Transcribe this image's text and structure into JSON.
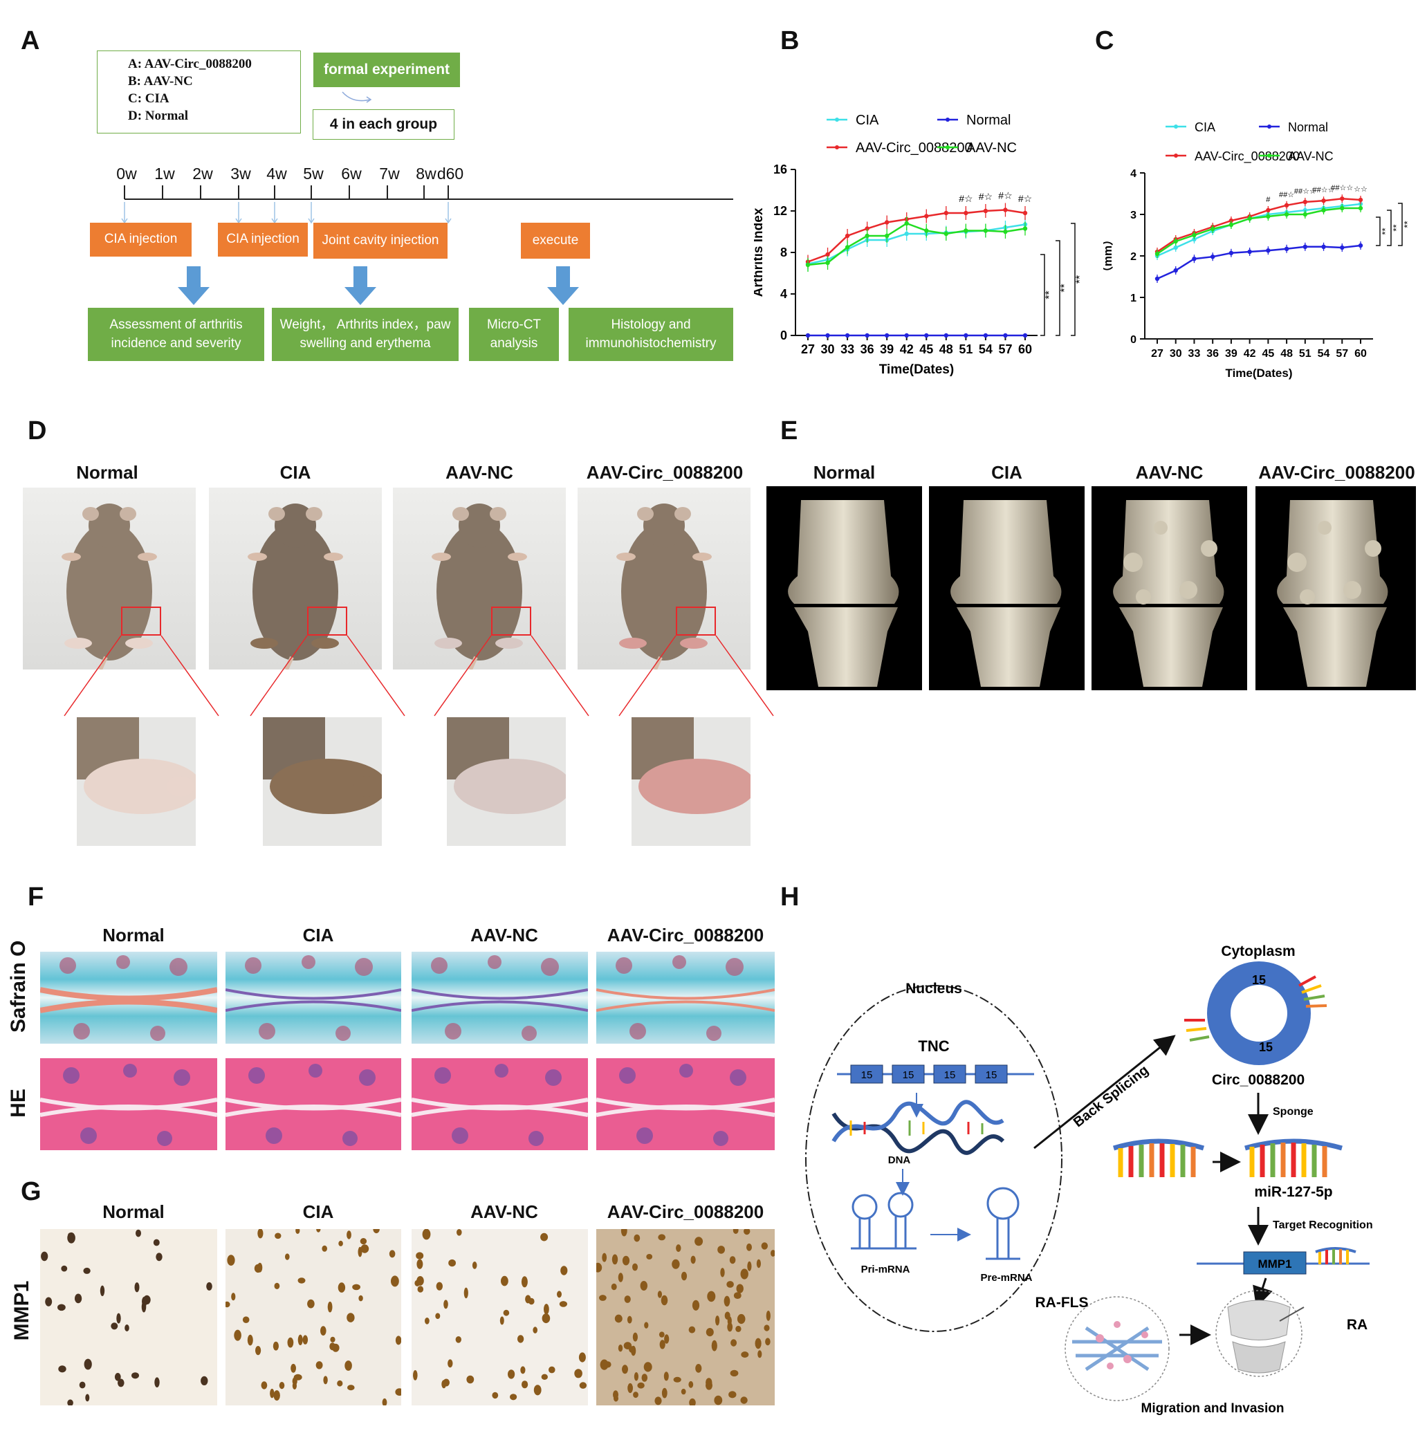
{
  "panels": {
    "a": "A",
    "b": "B",
    "c": "C",
    "d": "D",
    "e": "E",
    "f": "F",
    "g": "G",
    "h": "H"
  },
  "panel_a": {
    "groups": [
      "A: AAV-Circ_0088200",
      "B: AAV-NC",
      "C: CIA",
      "D: Normal"
    ],
    "formal": "formal experiment",
    "per_group": "4 in each group",
    "ticks": [
      "0w",
      "1w",
      "2w",
      "3w",
      "4w",
      "5w",
      "6w",
      "7w",
      "8w",
      "d60"
    ],
    "events": [
      "CIA injection",
      "CIA injection",
      "Joint cavity injection",
      "execute"
    ],
    "outcomes": [
      "Assessment of arthritis incidence and severity",
      "Weight，  Arthrits index，paw swelling and erythema",
      "Micro-CT analysis",
      "Histology and immunohistochemistry"
    ]
  },
  "chart_data": [
    {
      "type": "line",
      "ylabel": "Arthritis Index",
      "xlabel": "Time(Dates)",
      "x": [
        27,
        30,
        33,
        36,
        39,
        42,
        45,
        48,
        51,
        54,
        57,
        60
      ],
      "ylim": [
        0,
        16
      ],
      "yticks": [
        "0",
        "4",
        "8",
        "12",
        "16"
      ],
      "series": [
        {
          "name": "CIA",
          "color": "#3de0e8",
          "values": [
            6.9,
            7.3,
            8.3,
            9.2,
            9.2,
            9.8,
            9.8,
            9.9,
            10.0,
            10.1,
            10.4,
            10.7
          ]
        },
        {
          "name": "Normal",
          "color": "#2222dd",
          "values": [
            0,
            0,
            0,
            0,
            0,
            0,
            0,
            0,
            0,
            0,
            0,
            0
          ]
        },
        {
          "name": "AAV-Circ_0088200",
          "color": "#e8282b",
          "values": [
            7.1,
            7.8,
            9.6,
            10.3,
            10.9,
            11.2,
            11.5,
            11.8,
            11.8,
            12.0,
            12.1,
            11.8
          ]
        },
        {
          "name": "AAV-NC",
          "color": "#22dd22",
          "values": [
            6.8,
            7.0,
            8.5,
            9.6,
            9.6,
            10.8,
            10.1,
            9.8,
            10.1,
            10.1,
            10.0,
            10.3
          ]
        }
      ],
      "annotations": [
        "#☆",
        "#☆",
        "#☆",
        "#☆"
      ],
      "sig": [
        "**",
        "**",
        "**"
      ]
    },
    {
      "type": "line",
      "ylabel": "（mm）",
      "xlabel": "Time(Dates)",
      "x": [
        27,
        30,
        33,
        36,
        39,
        42,
        45,
        48,
        51,
        54,
        57,
        60
      ],
      "ylim": [
        0,
        4
      ],
      "yticks": [
        "0",
        "1",
        "2",
        "3",
        "4"
      ],
      "series": [
        {
          "name": "CIA",
          "color": "#3de0e8",
          "values": [
            2.0,
            2.2,
            2.4,
            2.6,
            2.75,
            2.9,
            3.0,
            3.05,
            3.1,
            3.15,
            3.2,
            3.25
          ]
        },
        {
          "name": "Normal",
          "color": "#2222dd",
          "values": [
            1.45,
            1.65,
            1.93,
            1.98,
            2.07,
            2.1,
            2.13,
            2.17,
            2.22,
            2.22,
            2.2,
            2.25
          ]
        },
        {
          "name": "AAV-Circ_0088200",
          "color": "#e8282b",
          "values": [
            2.1,
            2.4,
            2.55,
            2.7,
            2.85,
            2.95,
            3.1,
            3.22,
            3.3,
            3.33,
            3.38,
            3.35
          ]
        },
        {
          "name": "AAV-NC",
          "color": "#22dd22",
          "values": [
            2.05,
            2.35,
            2.5,
            2.65,
            2.75,
            2.9,
            2.95,
            3.0,
            3.0,
            3.1,
            3.15,
            3.15
          ]
        }
      ],
      "annotations": [
        "#",
        "##☆",
        "##☆☆",
        "##☆☆",
        "##☆☆",
        "☆☆"
      ],
      "sig": [
        "**",
        "**",
        "**"
      ]
    }
  ],
  "groups": [
    "Normal",
    "CIA",
    "AAV-NC",
    "AAV-Circ_0088200"
  ],
  "row_labels": {
    "safranin": "Safrain O",
    "he": "HE",
    "mmp1": "MMP1"
  },
  "panel_h": {
    "nucleus": "Nucleus",
    "tnc": "TNC",
    "exon": "15",
    "dna": "DNA",
    "pri": "Pri-mRNA",
    "pre": "Pre-mRNA",
    "back": "Back Splicing",
    "cytoplasm": "Cytoplasm",
    "circ": "Circ_0088200",
    "sponge": "Sponge",
    "mir": "miR-127-5p",
    "target": "Target Recognition",
    "mmp1": "MMP1",
    "rafls": "RA-FLS",
    "ra": "RA",
    "migration": "Migration and Invasion"
  },
  "colors": {
    "green": "#70ad47",
    "orange": "#ed7d31",
    "blue_arrow": "#5b9bd5",
    "red_box": "#e8282b"
  }
}
